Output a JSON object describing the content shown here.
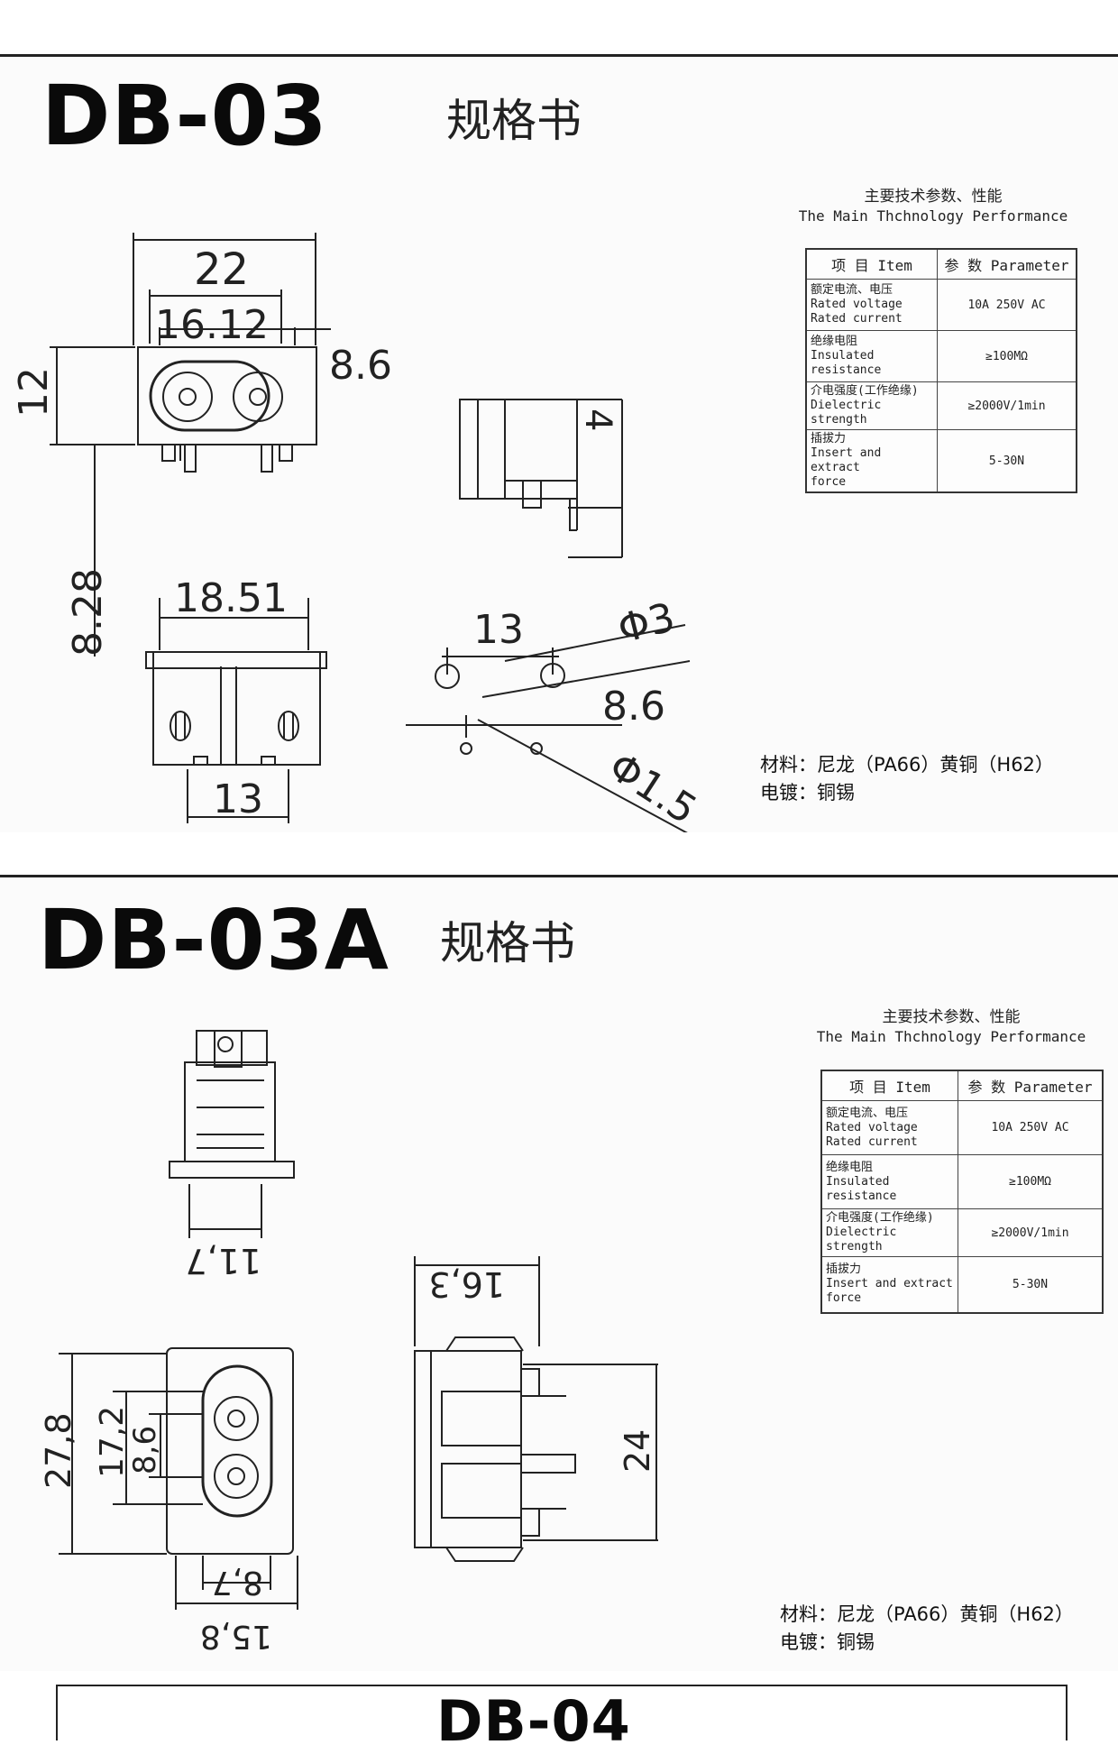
{
  "sheets": [
    {
      "model": "DB-03",
      "subtitle": "规格书",
      "perf_cn": "主要技术参数、性能",
      "perf_en": "The Main Thchnology Performance",
      "table": {
        "head_item": "项 目 Item",
        "head_param": "参 数 Parameter",
        "rows": [
          {
            "cn": "额定电流、电压",
            "en1": "Rated voltage",
            "en2": "Rated current",
            "value": "10A 250V AC"
          },
          {
            "cn": "绝缘电阻",
            "en1": "Insulated",
            "en2": "resistance",
            "value": "≥100MΩ"
          },
          {
            "cn": "介电强度(工作绝缘)",
            "en1": "Dielectric strength",
            "en2": "",
            "value": "≥2000V/1min"
          },
          {
            "cn": "插拔力",
            "en1": "Insert and extract",
            "en2": "force",
            "value": "5-30N"
          }
        ]
      },
      "material": "材料：尼龙（PA66）黄铜（H62）",
      "plating": "电镀：铜锡",
      "dims": {
        "w22": "22",
        "w1612": "16.12",
        "w86": "8.6",
        "h12": "12",
        "h828": "8.28",
        "w1851": "18.51",
        "w13b": "13",
        "h4": "4",
        "p13": "13",
        "d3": "Φ3",
        "p86": "8.6",
        "d15": "Φ1.5"
      }
    },
    {
      "model": "DB-03A",
      "subtitle": "规格书",
      "perf_cn": "主要技术参数、性能",
      "perf_en": "The Main Thchnology Performance",
      "table": {
        "head_item": "项 目 Item",
        "head_param": "参 数 Parameter",
        "rows": [
          {
            "cn": "额定电流、电压",
            "en1": "Rated voltage",
            "en2": "Rated current",
            "value": "10A 250V AC"
          },
          {
            "cn": "绝缘电阻",
            "en1": "Insulated",
            "en2": "resistance",
            "value": "≥100MΩ"
          },
          {
            "cn": "介电强度(工作绝缘)",
            "en1": "Dielectric strength",
            "en2": "",
            "value": "≥2000V/1min"
          },
          {
            "cn": "插拔力",
            "en1": "Insert and extract",
            "en2": "force",
            "value": "5-30N"
          }
        ]
      },
      "material": "材料：尼龙（PA66）黄铜（H62）",
      "plating": "电镀：铜锡",
      "dims": {
        "w117": "11,7",
        "w163": "16,3",
        "h278": "27,8",
        "h172": "17,2",
        "h86": "8,6",
        "h24": "24",
        "w87": "8,7",
        "w158": "15,8"
      }
    }
  ],
  "next_model": "DB-04"
}
